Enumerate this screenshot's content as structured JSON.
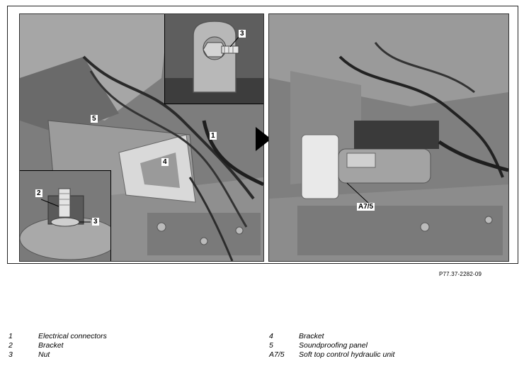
{
  "figure": {
    "callouts": {
      "c1": "1",
      "c2": "2",
      "c3_top": "3",
      "c3_inset": "3",
      "c4": "4",
      "c5": "5",
      "c_a75": "A7/5"
    },
    "reference": "P77.37-2282-09"
  },
  "legend": {
    "left": [
      {
        "num": "1",
        "text": "Electrical connectors"
      },
      {
        "num": "2",
        "text": "Bracket"
      },
      {
        "num": "3",
        "text": "Nut"
      }
    ],
    "right": [
      {
        "num": "4",
        "text": "Bracket"
      },
      {
        "num": "5",
        "text": "Soundproofing panel"
      },
      {
        "num": "A7/5",
        "text": "Soft top control hydraulic unit"
      }
    ]
  },
  "colors": {
    "photo_dark": "#4a4a4a",
    "photo_mid": "#8a8a8a",
    "photo_light": "#c8c8c8",
    "arrow": "#000000"
  }
}
